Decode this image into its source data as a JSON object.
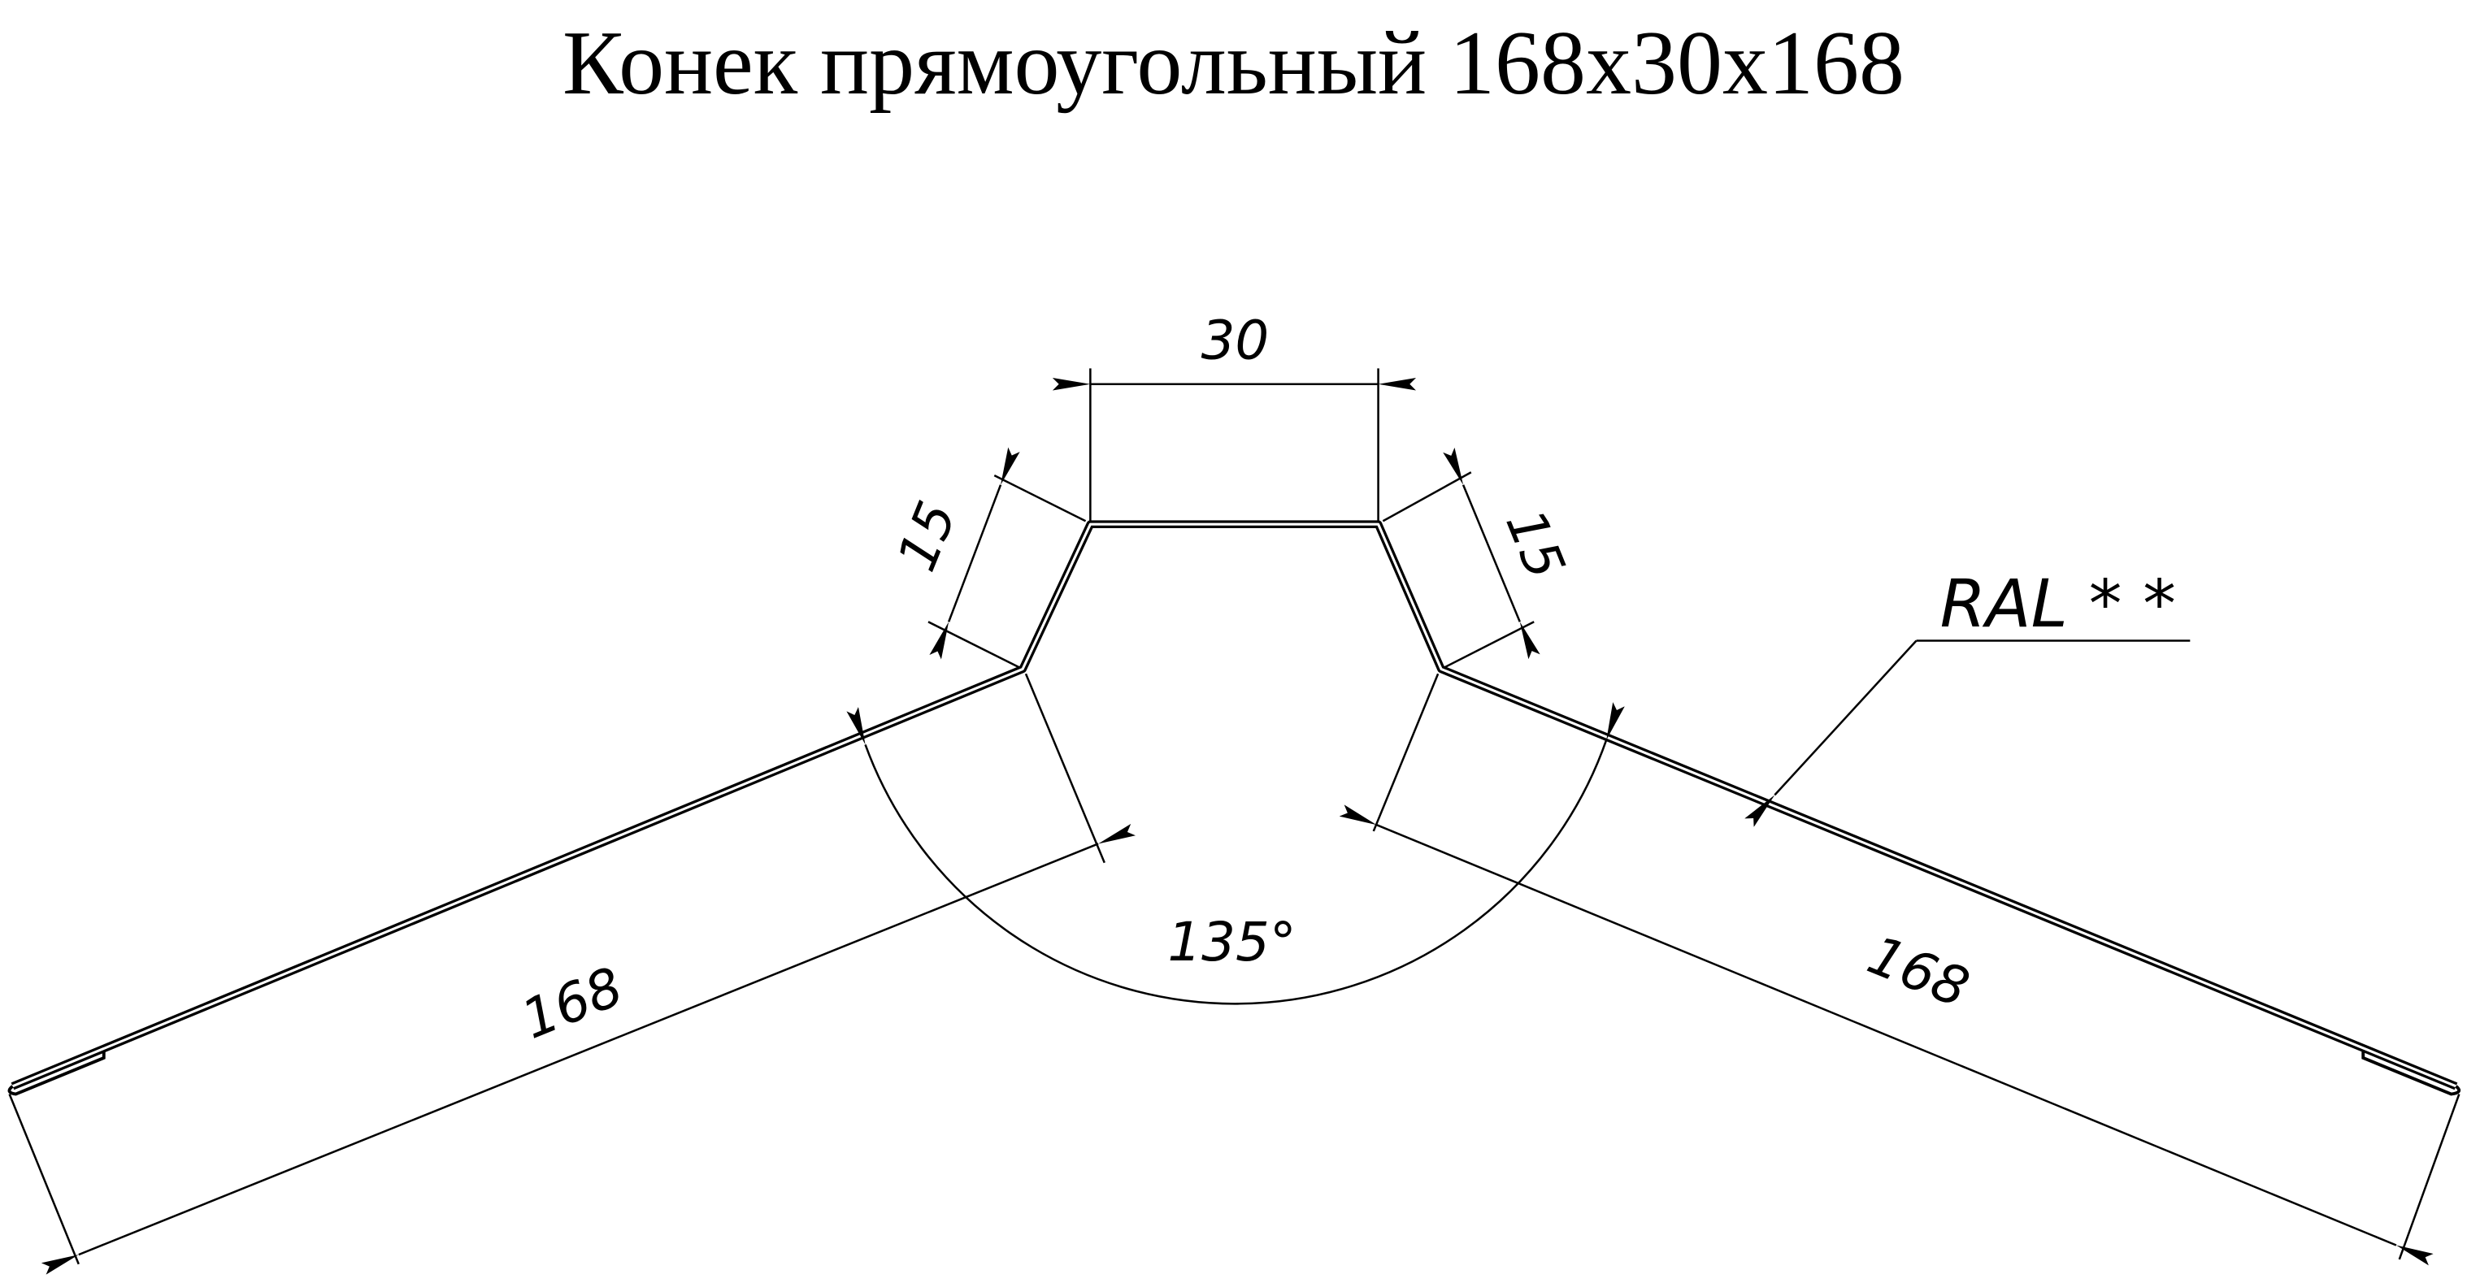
{
  "title": "Конек прямоугольный 168х30х168",
  "dimensions": {
    "top_width": "30",
    "left_side": "15",
    "right_side": "15",
    "left_wing": "168",
    "right_wing": "168",
    "angle": "135°"
  },
  "material_note": "RAL * *",
  "colors": {
    "line": "#000000",
    "background": "#ffffff"
  }
}
